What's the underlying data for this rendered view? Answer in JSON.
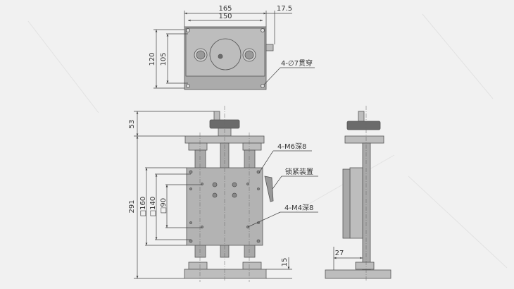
{
  "top_view": {
    "dim_width_outer": "165",
    "dim_knob_offset": "17.5",
    "dim_width_holes": "150",
    "dim_height_outer": "120",
    "dim_height_holes": "105",
    "label_through_holes": "4-∅7贯穿"
  },
  "front_view": {
    "dim_handwheel_height": "53",
    "dim_total_height": "291",
    "dim_plate_160": "□160",
    "dim_plate_140": "□140",
    "dim_plate_90": "□90",
    "dim_base_thickness": "15",
    "label_m6": "4-M6深8",
    "label_lock": "锁紧装置",
    "label_m4": "4-M4深8"
  },
  "side_view": {
    "dim_offset": "27"
  }
}
